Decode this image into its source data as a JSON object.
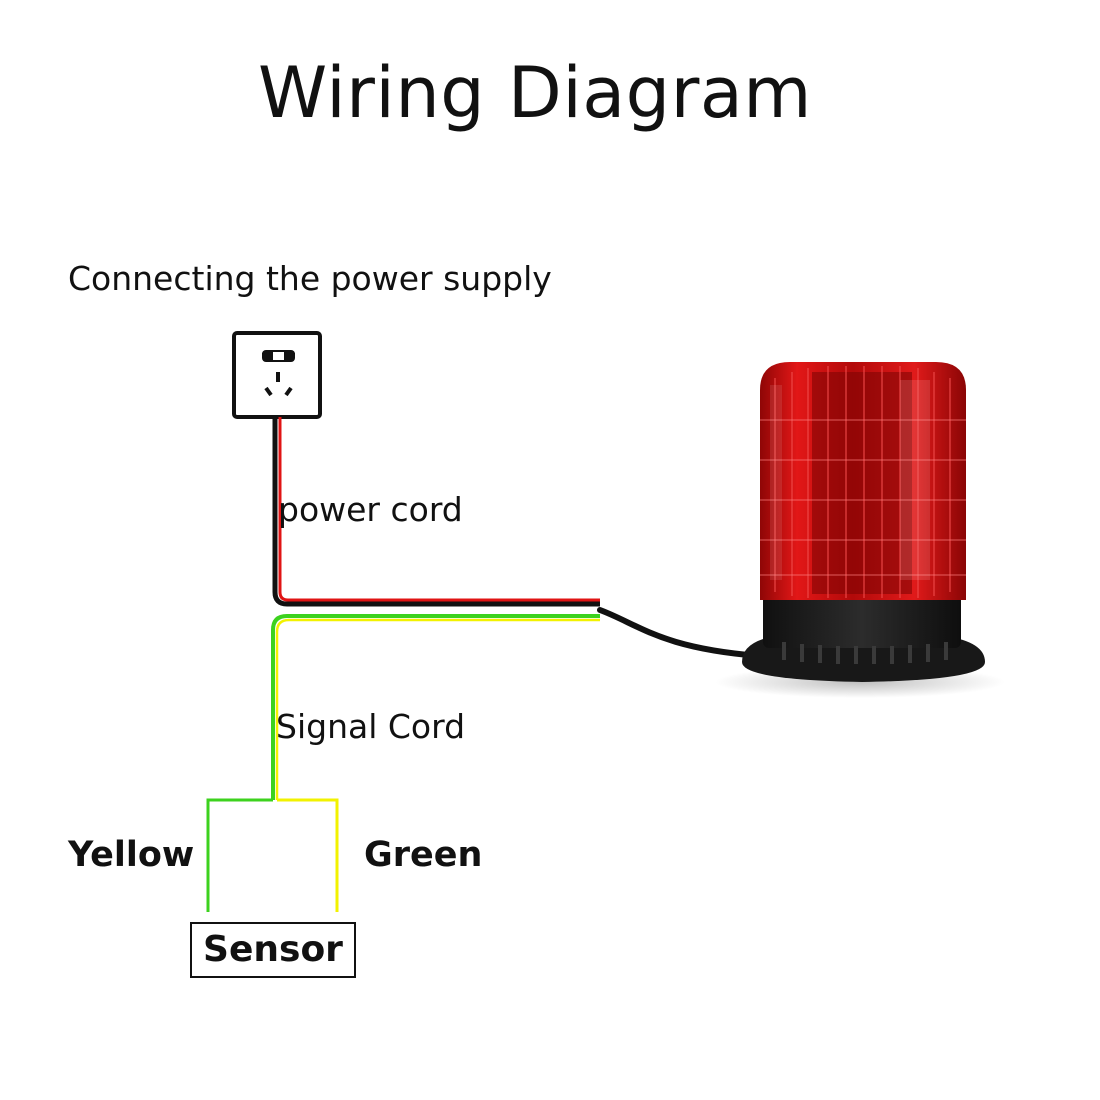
{
  "title": "Wiring Diagram",
  "subtitle": "Connecting the power supply",
  "labels": {
    "power_cord": "power cord",
    "signal_cord": "Signal Cord",
    "yellow": "Yellow",
    "green": "Green",
    "sensor": "Sensor"
  },
  "colors": {
    "red_wire": "#e01414",
    "black_wire": "#111111",
    "green_wire": "#3cd21e",
    "yellow_wire": "#f2f200",
    "beacon_red": "#d61111",
    "beacon_base": "#1c1c1c"
  },
  "icons": {
    "socket": "power-socket-icon",
    "beacon": "red-warning-beacon"
  }
}
